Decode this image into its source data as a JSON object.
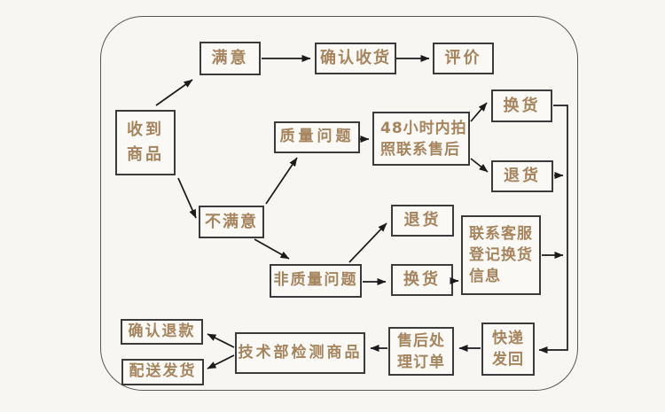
{
  "colors": {
    "background": "#f8f6f3",
    "frame_border": "#565656",
    "node_border": "#3b3b3b",
    "node_text": "#a6845e",
    "arrow": "#1b1b1b"
  },
  "nodes": {
    "received": {
      "label": "收到\n商品"
    },
    "satisfied": {
      "label": "满意"
    },
    "confirm_receipt": {
      "label": "确认收货"
    },
    "review": {
      "label": "评价"
    },
    "quality_issue": {
      "label": "质量问题"
    },
    "contact_48h": {
      "label": "48小时内拍\n照联系售后"
    },
    "exchange_top": {
      "label": "换货"
    },
    "return_top": {
      "label": "退货"
    },
    "unsatisfied": {
      "label": "不满意"
    },
    "non_quality": {
      "label": "非质量问题"
    },
    "return_mid": {
      "label": "退货"
    },
    "exchange_mid": {
      "label": "换货"
    },
    "contact_service": {
      "label": "联系客服\n登记换货\n信息"
    },
    "express_back": {
      "label": "快递\n发回"
    },
    "aftersales_order": {
      "label": "售后处\n理订单"
    },
    "tech_inspect": {
      "label": "技术部检测商品"
    },
    "confirm_refund": {
      "label": "确认退款"
    },
    "dispatch": {
      "label": "配送发货"
    }
  },
  "edges": [
    {
      "from": "received",
      "to": "satisfied"
    },
    {
      "from": "satisfied",
      "to": "confirm_receipt"
    },
    {
      "from": "confirm_receipt",
      "to": "review"
    },
    {
      "from": "received",
      "to": "unsatisfied"
    },
    {
      "from": "unsatisfied",
      "to": "quality_issue"
    },
    {
      "from": "quality_issue",
      "to": "contact_48h"
    },
    {
      "from": "contact_48h",
      "to": "exchange_top"
    },
    {
      "from": "contact_48h",
      "to": "return_top"
    },
    {
      "from": "exchange_top",
      "to": "express_back"
    },
    {
      "from": "return_top",
      "to": "express_back"
    },
    {
      "from": "unsatisfied",
      "to": "non_quality"
    },
    {
      "from": "non_quality",
      "to": "return_mid"
    },
    {
      "from": "non_quality",
      "to": "exchange_mid"
    },
    {
      "from": "exchange_mid",
      "to": "contact_service"
    },
    {
      "from": "contact_service",
      "to": "express_back"
    },
    {
      "from": "express_back",
      "to": "aftersales_order"
    },
    {
      "from": "aftersales_order",
      "to": "tech_inspect"
    },
    {
      "from": "tech_inspect",
      "to": "confirm_refund"
    },
    {
      "from": "tech_inspect",
      "to": "dispatch"
    }
  ]
}
